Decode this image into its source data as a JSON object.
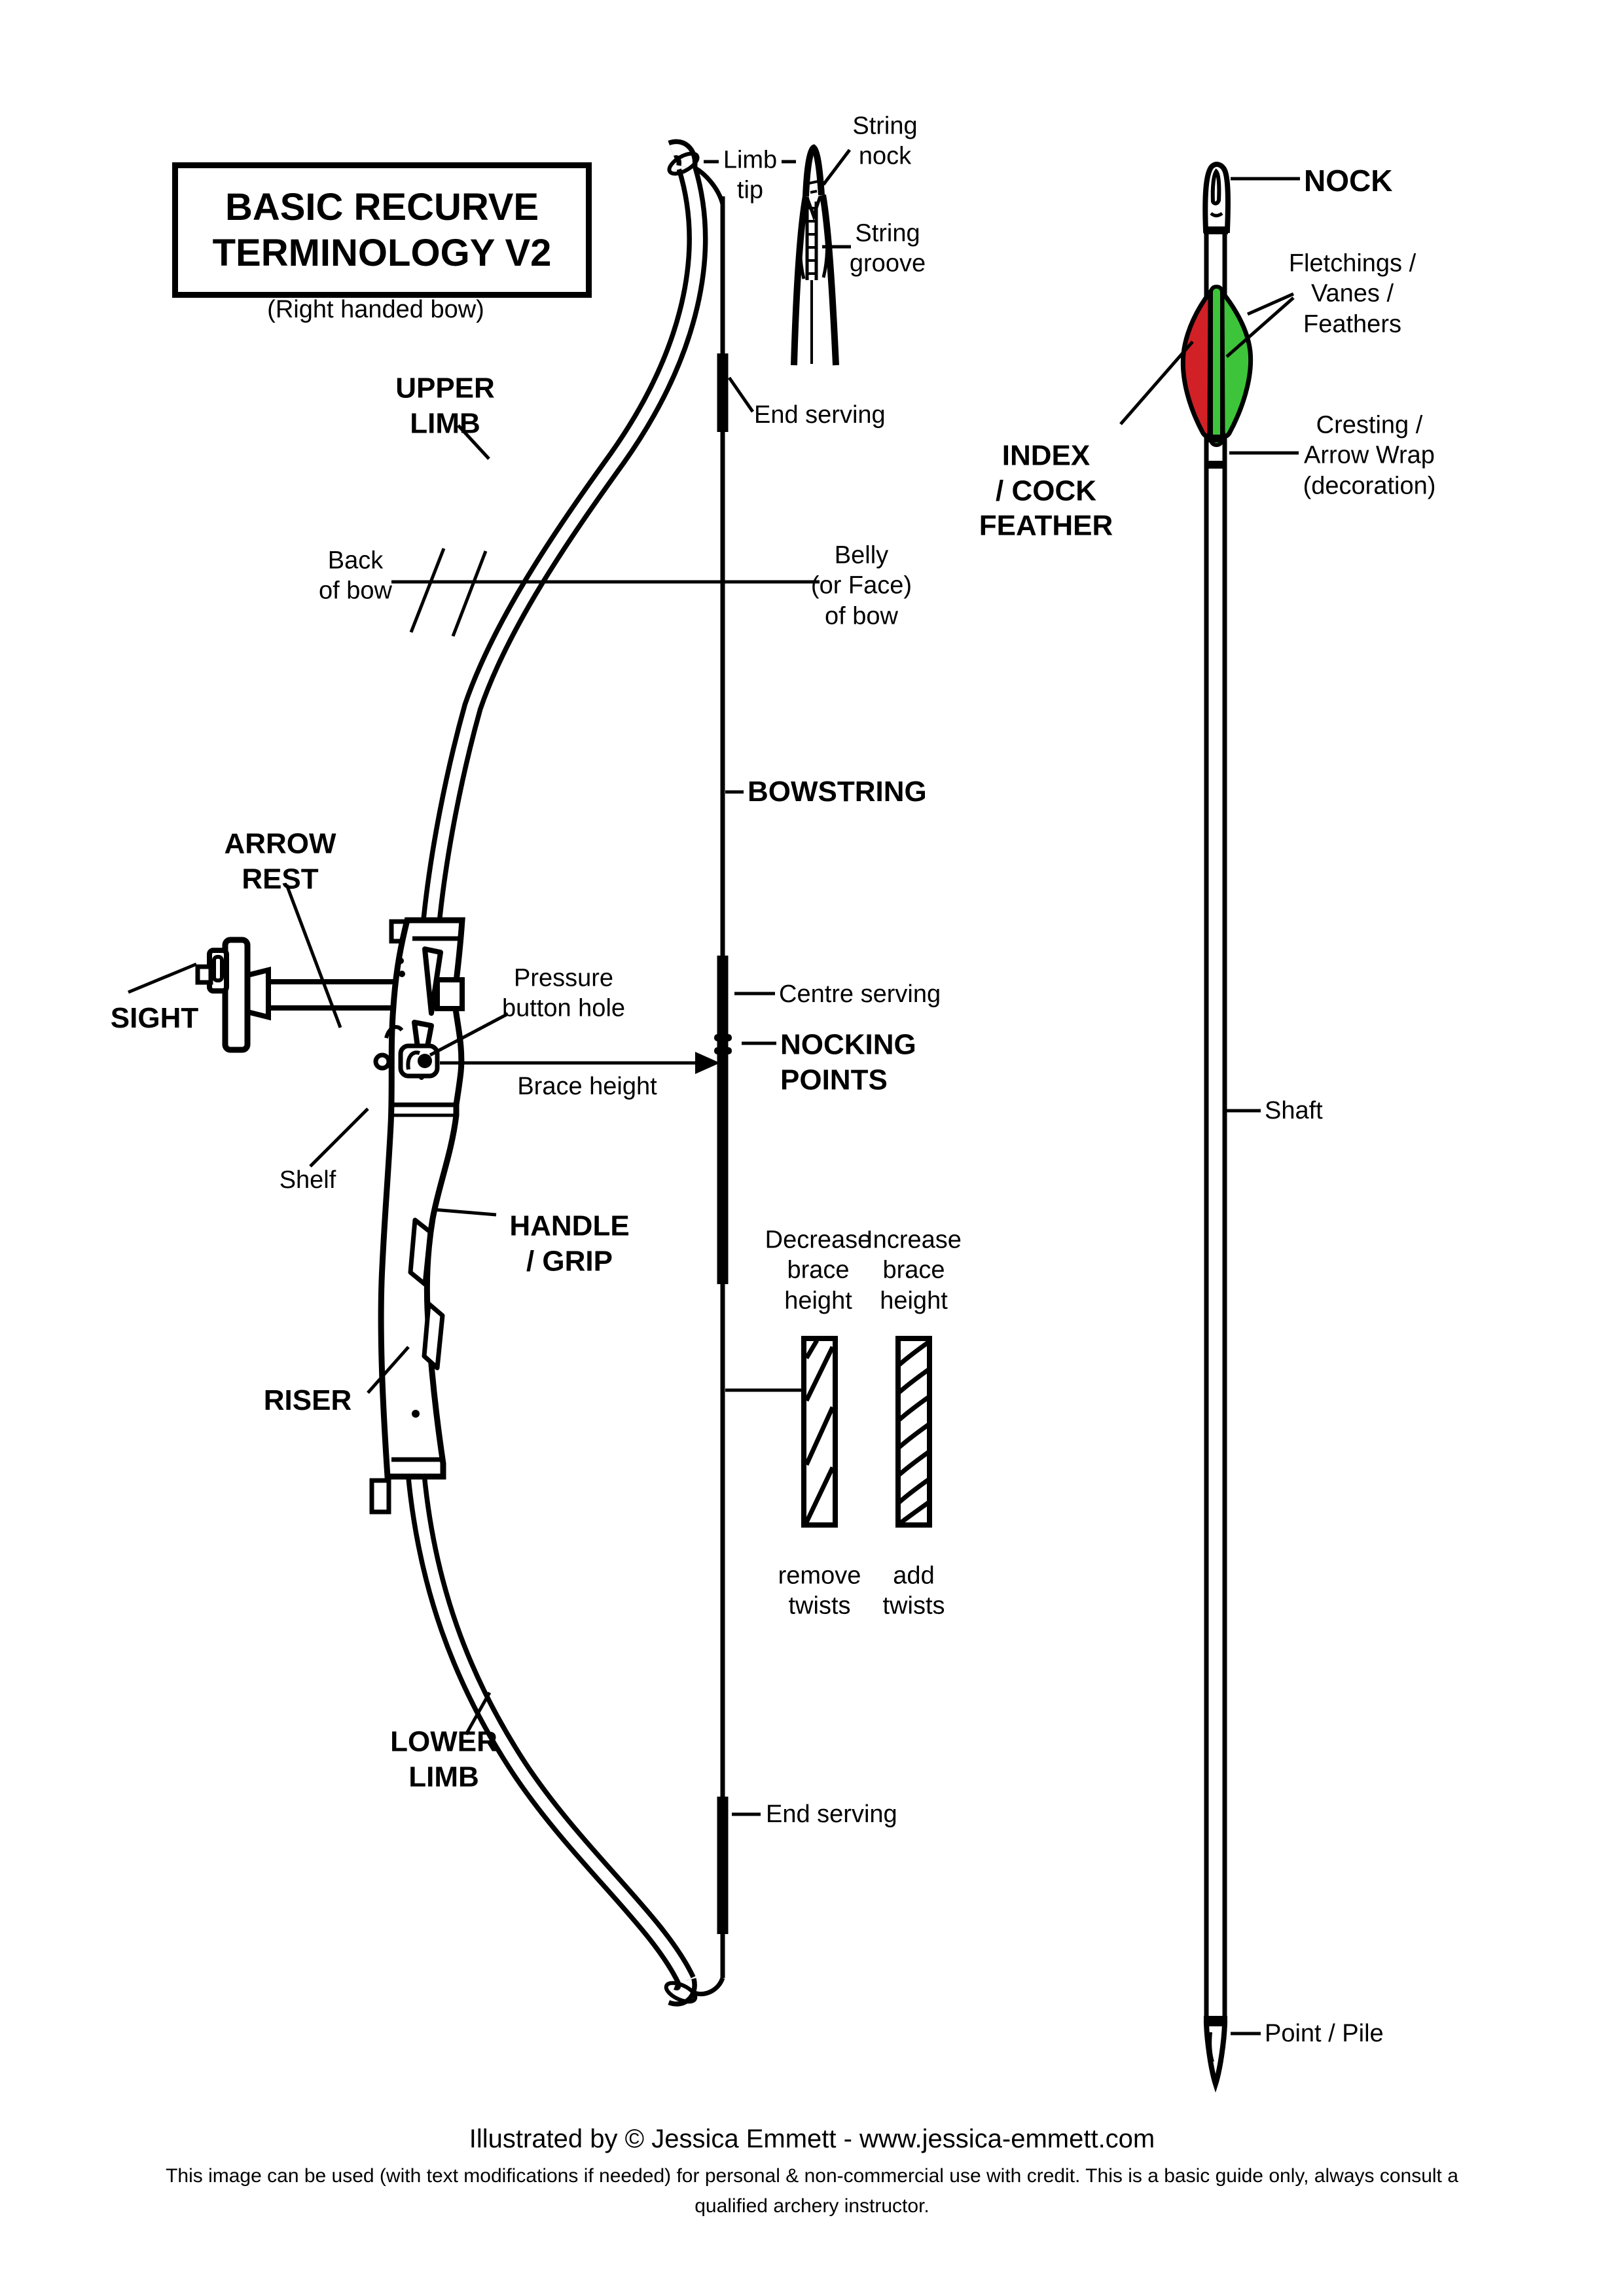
{
  "title": {
    "heading": "BASIC RECURVE\nTERMINOLOGY V2",
    "subtitle": "(Right handed bow)"
  },
  "bow_labels": {
    "upper_limb": "UPPER\nLIMB",
    "lower_limb": "LOWER\nLIMB",
    "back_of_bow": "Back\nof bow",
    "belly_of_bow": "Belly\n(or Face)\nof bow",
    "bowstring": "BOWSTRING",
    "arrow_rest": "ARROW\nREST",
    "sight": "SIGHT",
    "pressure_button_hole": "Pressure\nbutton hole",
    "centre_serving": "Centre serving",
    "nocking_points": "NOCKING\nPOINTS",
    "brace_height": "Brace height",
    "shelf": "Shelf",
    "handle_grip": "HANDLE\n/ GRIP",
    "riser": "RISER",
    "end_serving_top": "End serving",
    "end_serving_bottom": "End serving",
    "limb_tip": "Limb\ntip",
    "string_nock": "String\nnock",
    "string_groove": "String\ngroove"
  },
  "tuning": {
    "decrease": "Decrease\nbrace\nheight",
    "increase": "Increase\nbrace\nheight",
    "remove_twists": "remove\ntwists",
    "add_twists": "add\ntwists"
  },
  "arrow_labels": {
    "nock": "NOCK",
    "fletchings": "Fletchings /\nVanes /\nFeathers",
    "index_cock_feather": "INDEX\n/ COCK\nFEATHER",
    "cresting": "Cresting /\nArrow Wrap\n(decoration)",
    "shaft": "Shaft",
    "point_pile": "Point / Pile"
  },
  "credits": {
    "line1": "Illustrated by © Jessica Emmett - www.jessica-emmett.com",
    "line2": "This image can be used (with text modifications if needed) for personal & non-commercial use with credit. This is a basic guide only, always consult a",
    "line3": "qualified archery instructor."
  },
  "colors": {
    "ink": "#000000",
    "paper": "#ffffff",
    "red_vane": "#d22027",
    "green_vane": "#3ec43a"
  }
}
